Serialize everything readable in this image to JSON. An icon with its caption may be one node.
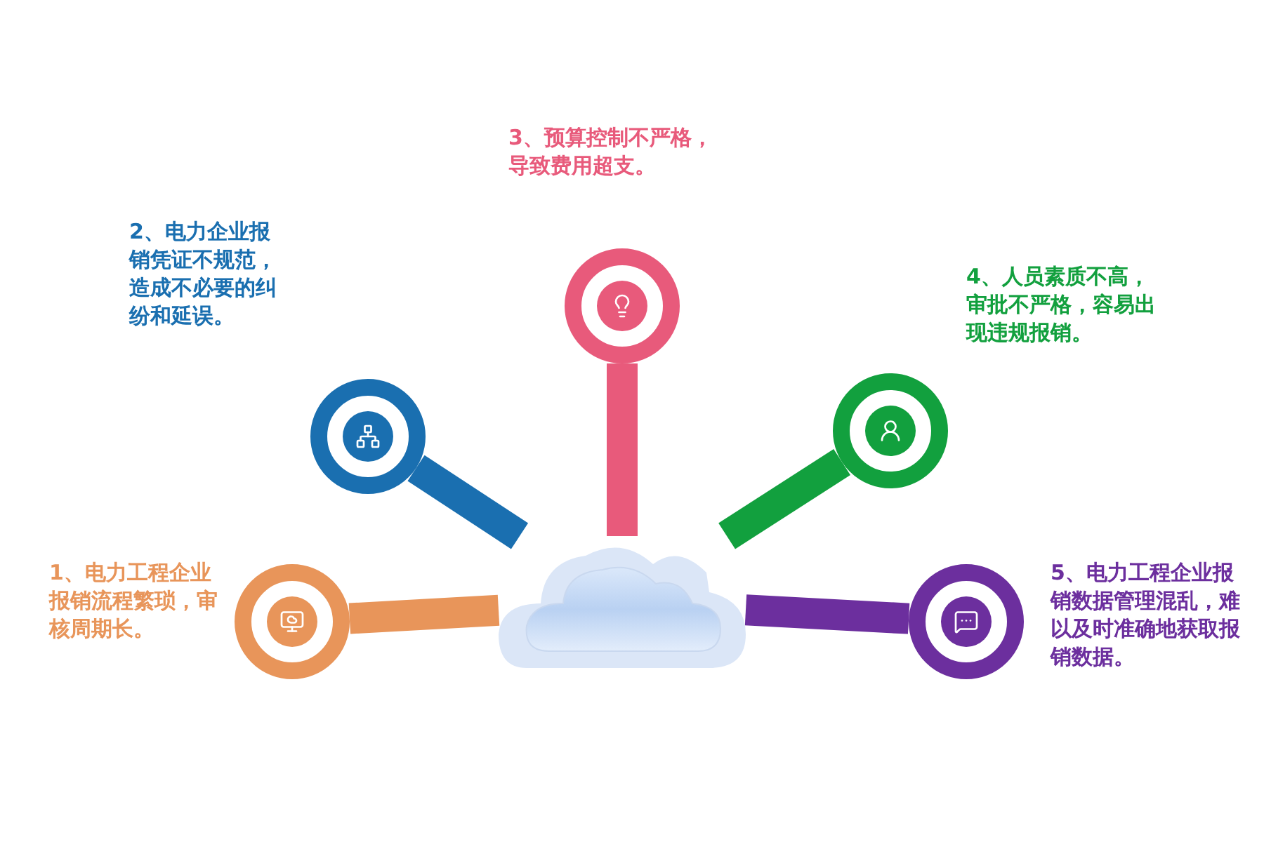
{
  "diagram": {
    "nodes": [
      {
        "text": [],
        "shape": "circle",
        "beside": [
          "1、电力工程企业报销流程繁琐，审核周期长。"
        ]
      },
      {
        "text": [],
        "shape": "circle",
        "beside": [
          "2、电力企业报销凭证不规范，造成不必要的纠纷和延误。"
        ]
      },
      {
        "text": [],
        "shape": "circle",
        "beside": [
          "3、预算控制不严格，导致费用超支。"
        ]
      },
      {
        "text": [],
        "shape": "circle",
        "beside": [
          "4、人员素质不高，审批不严格，容易出现违规报销。"
        ]
      },
      {
        "text": [],
        "shape": "circle",
        "beside": [
          "5、电力工程企业报销数据管理混乱，难以及时准确地获取报销数据。"
        ]
      },
      {
        "text": [],
        "shape": "cloud"
      }
    ],
    "edges": [
      {
        "from": 5,
        "to": 0,
        "arrow": "none",
        "color": "#e8955a"
      },
      {
        "from": 5,
        "to": 1,
        "arrow": "none",
        "color": "#1a6fb0"
      },
      {
        "from": 5,
        "to": 2,
        "arrow": "none",
        "color": "#e85a7b"
      },
      {
        "from": 5,
        "to": 3,
        "arrow": "none",
        "color": "#12a03e"
      },
      {
        "from": 5,
        "to": 4,
        "arrow": "none",
        "color": "#6c2f9e"
      }
    ]
  }
}
